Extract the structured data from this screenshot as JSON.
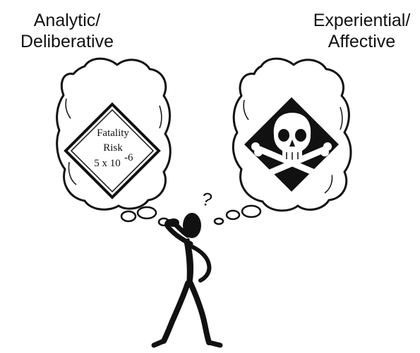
{
  "headings": {
    "left_line1": "Analytic/",
    "left_line2": "Deliberative",
    "right_line1": "Experiential/",
    "right_line2": "Affective"
  },
  "left_bubble": {
    "line1": "Fatality",
    "line2": "Risk",
    "line3": "5 x 10",
    "exponent": "-6"
  },
  "right_bubble": {
    "icon": "skull-and-crossbones-icon"
  },
  "figure": {
    "thought_mark": "?",
    "icon": "thinking-person-icon"
  },
  "colors": {
    "ink": "#111111",
    "paper": "#ffffff"
  }
}
